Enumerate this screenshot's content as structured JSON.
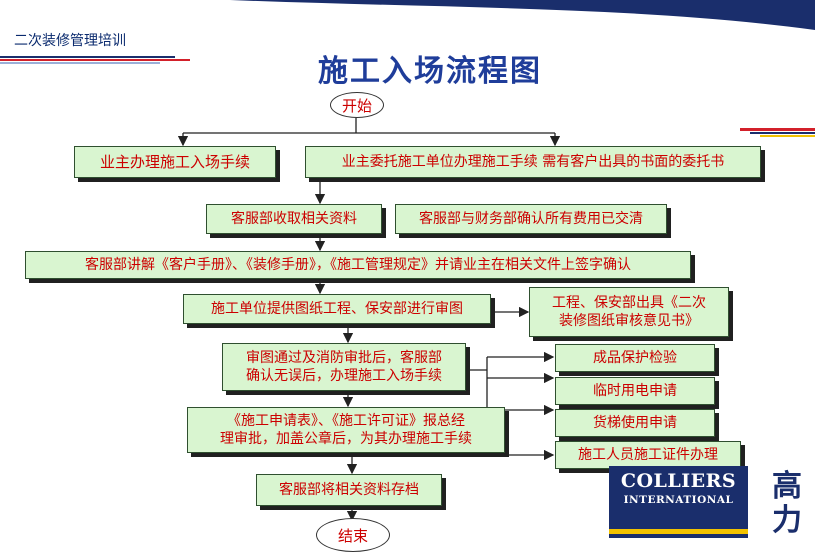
{
  "header": {
    "course_title": "二次装修管理培训"
  },
  "diagram": {
    "title": "施工入场流程图",
    "start": "开始",
    "end": "结束",
    "nodes": {
      "owner_handle": "业主办理施工入场手续",
      "owner_delegate": "业主委托施工单位办理施工手续 需有客户出具的书面的委托书",
      "collect_docs": "客服部收取相关资料",
      "confirm_fees": "客服部与财务部确认所有费用已交清",
      "explain_manuals": "客服部讲解《客户手册》、《装修手册》，《施工管理规定》并请业主在相关文件上签字确认",
      "submit_drawings": "施工单位提供图纸工程、保安部进行审图",
      "review_opinion_l1": "工程、保安部出具《二次",
      "review_opinion_l2": "装修图纸审核意见书》",
      "approved_l1": "审图通过及消防审批后，客服部",
      "approved_l2": "确认无误后，办理施工入场手续",
      "product_protect": "成品保护检验",
      "temp_power": "临时用电申请",
      "elevator_use": "货梯使用申请",
      "worker_pass": "施工人员施工证件办理",
      "application_l1": "《施工申请表》、《施工许可证》报总经",
      "application_l2": "理审批，加盖公章后，为其办理施工手续",
      "archive": "客服部将相关资料存档"
    }
  },
  "logo": {
    "brand_line1": "COLLIERS",
    "brand_line2": "INTERNATIONAL",
    "cn_line1": "高",
    "cn_line2": "力"
  },
  "colors": {
    "node_fill": "#d9f5d0",
    "node_text": "#cc0000",
    "title": "#1f3d9a",
    "banner": "#1a2e6c",
    "accent_red": "#d3202a",
    "accent_yellow": "#f2c200"
  }
}
